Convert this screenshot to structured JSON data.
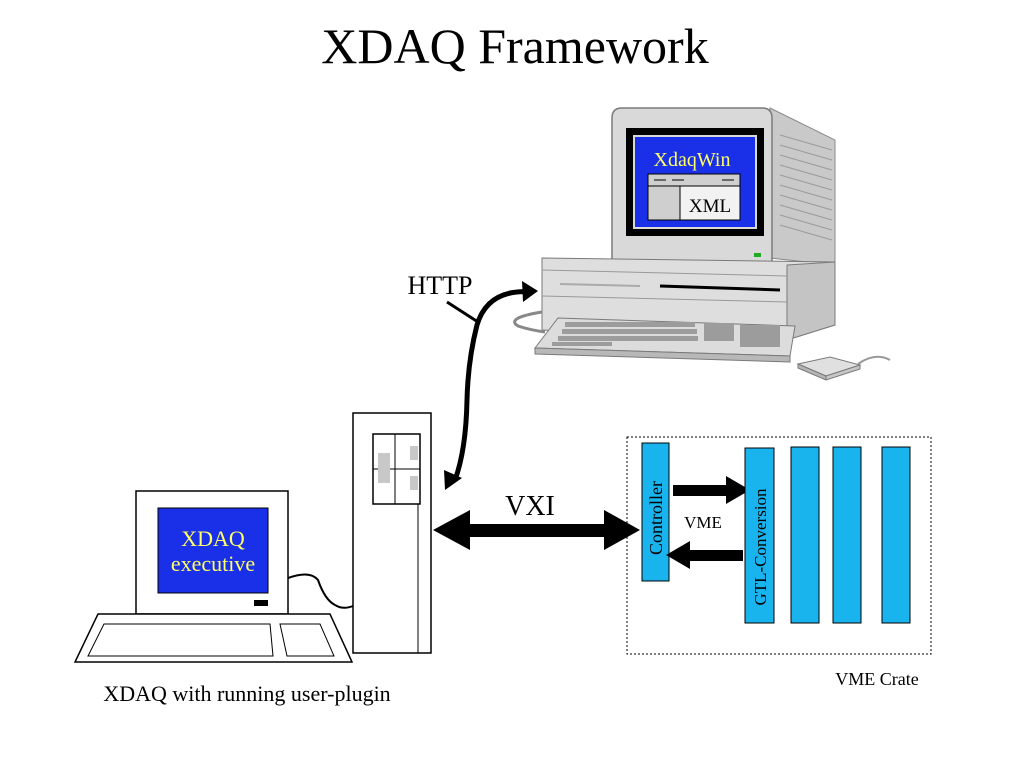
{
  "title": "XDAQ Framework",
  "labels": {
    "http": "HTTP",
    "vxi": "VXI",
    "vme": "VME",
    "xdaqwin": "XdaqWin",
    "xml": "XML",
    "xdaq_line1": "XDAQ",
    "xdaq_line2": "executive",
    "controller": "Controller",
    "gtl": "GTL-Conversion",
    "vme_crate": "VME Crate",
    "caption": "XDAQ with running user-plugin"
  },
  "colors": {
    "screen_blue": "#1a2fe8",
    "screen_text": "#ffff66",
    "module_blue": "#19b4ee",
    "gray_body": "#d4d4d4",
    "gray_dark": "#9a9a9a",
    "ink": "#000000"
  },
  "icons": [
    "server-tower-icon",
    "workstation-icon",
    "laptop-icon",
    "keyboard-icon",
    "mouse-icon"
  ]
}
